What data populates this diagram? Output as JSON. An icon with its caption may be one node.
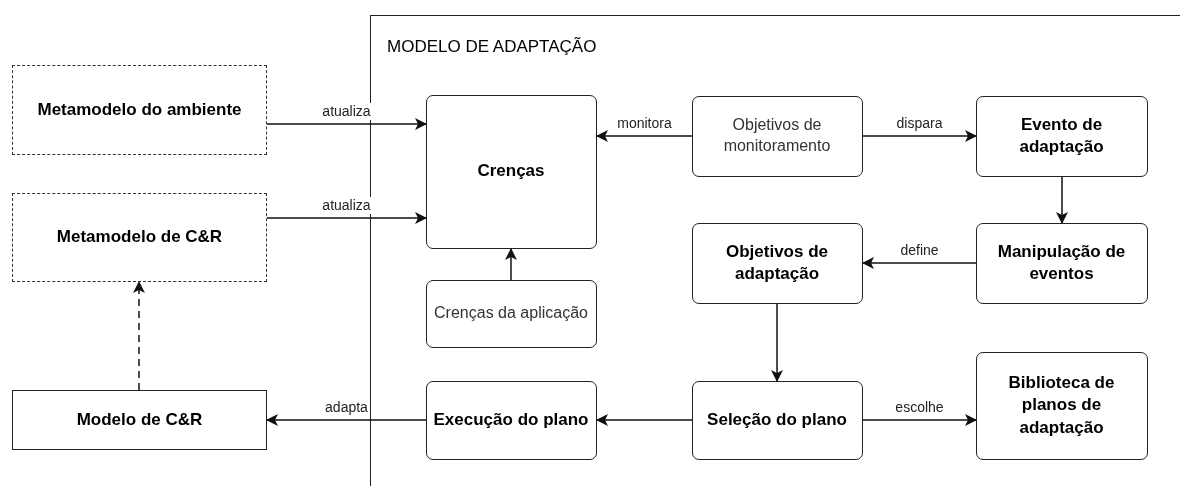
{
  "diagram": {
    "nodes": [
      {
        "text": [
          "MODELO DE ADAPTAÇÃO"
        ]
      },
      {
        "text": [
          "Metamodelo do ambiente"
        ]
      },
      {
        "text": [
          "Metamodelo de C&R"
        ]
      },
      {
        "text": [
          "Modelo de C&R"
        ]
      },
      {
        "text": [
          "Crenças"
        ],
        "in": 0
      },
      {
        "text": [
          "Crenças da aplicação"
        ],
        "in": 0
      },
      {
        "text": [
          "Execução do plano"
        ],
        "in": 0
      },
      {
        "text": [
          "Objetivos de monitoramento"
        ],
        "in": 0
      },
      {
        "text": [
          "Evento de adaptação"
        ],
        "in": 0
      },
      {
        "text": [
          "Objetivos de adaptação"
        ],
        "in": 0
      },
      {
        "text": [
          "Manipulação de eventos"
        ],
        "in": 0
      },
      {
        "text": [
          "Seleção do plano"
        ],
        "in": 0
      },
      {
        "text": [
          "Biblioteca de planos de adaptação"
        ],
        "in": 0
      }
    ],
    "edges": [
      {
        "from": 1,
        "to": 4,
        "arrow": "to",
        "label": "atualiza"
      },
      {
        "from": 2,
        "to": 4,
        "arrow": "to",
        "label": "atualiza"
      },
      {
        "from": 3,
        "to": 2,
        "arrow": "to",
        "style": "dashed"
      },
      {
        "from": 5,
        "to": 4,
        "arrow": "to"
      },
      {
        "from": 7,
        "to": 4,
        "arrow": "to",
        "label": "monitora"
      },
      {
        "from": 7,
        "to": 8,
        "arrow": "to",
        "label": "dispara"
      },
      {
        "from": 8,
        "to": 10,
        "arrow": "to"
      },
      {
        "from": 10,
        "to": 9,
        "arrow": "to",
        "label": "define"
      },
      {
        "from": 9,
        "to": 11,
        "arrow": "to"
      },
      {
        "from": 11,
        "to": 6,
        "arrow": "to"
      },
      {
        "from": 11,
        "to": 12,
        "arrow": "to",
        "label": "escolhe"
      },
      {
        "from": 6,
        "to": 3,
        "arrow": "to",
        "label": "adapta"
      }
    ]
  }
}
